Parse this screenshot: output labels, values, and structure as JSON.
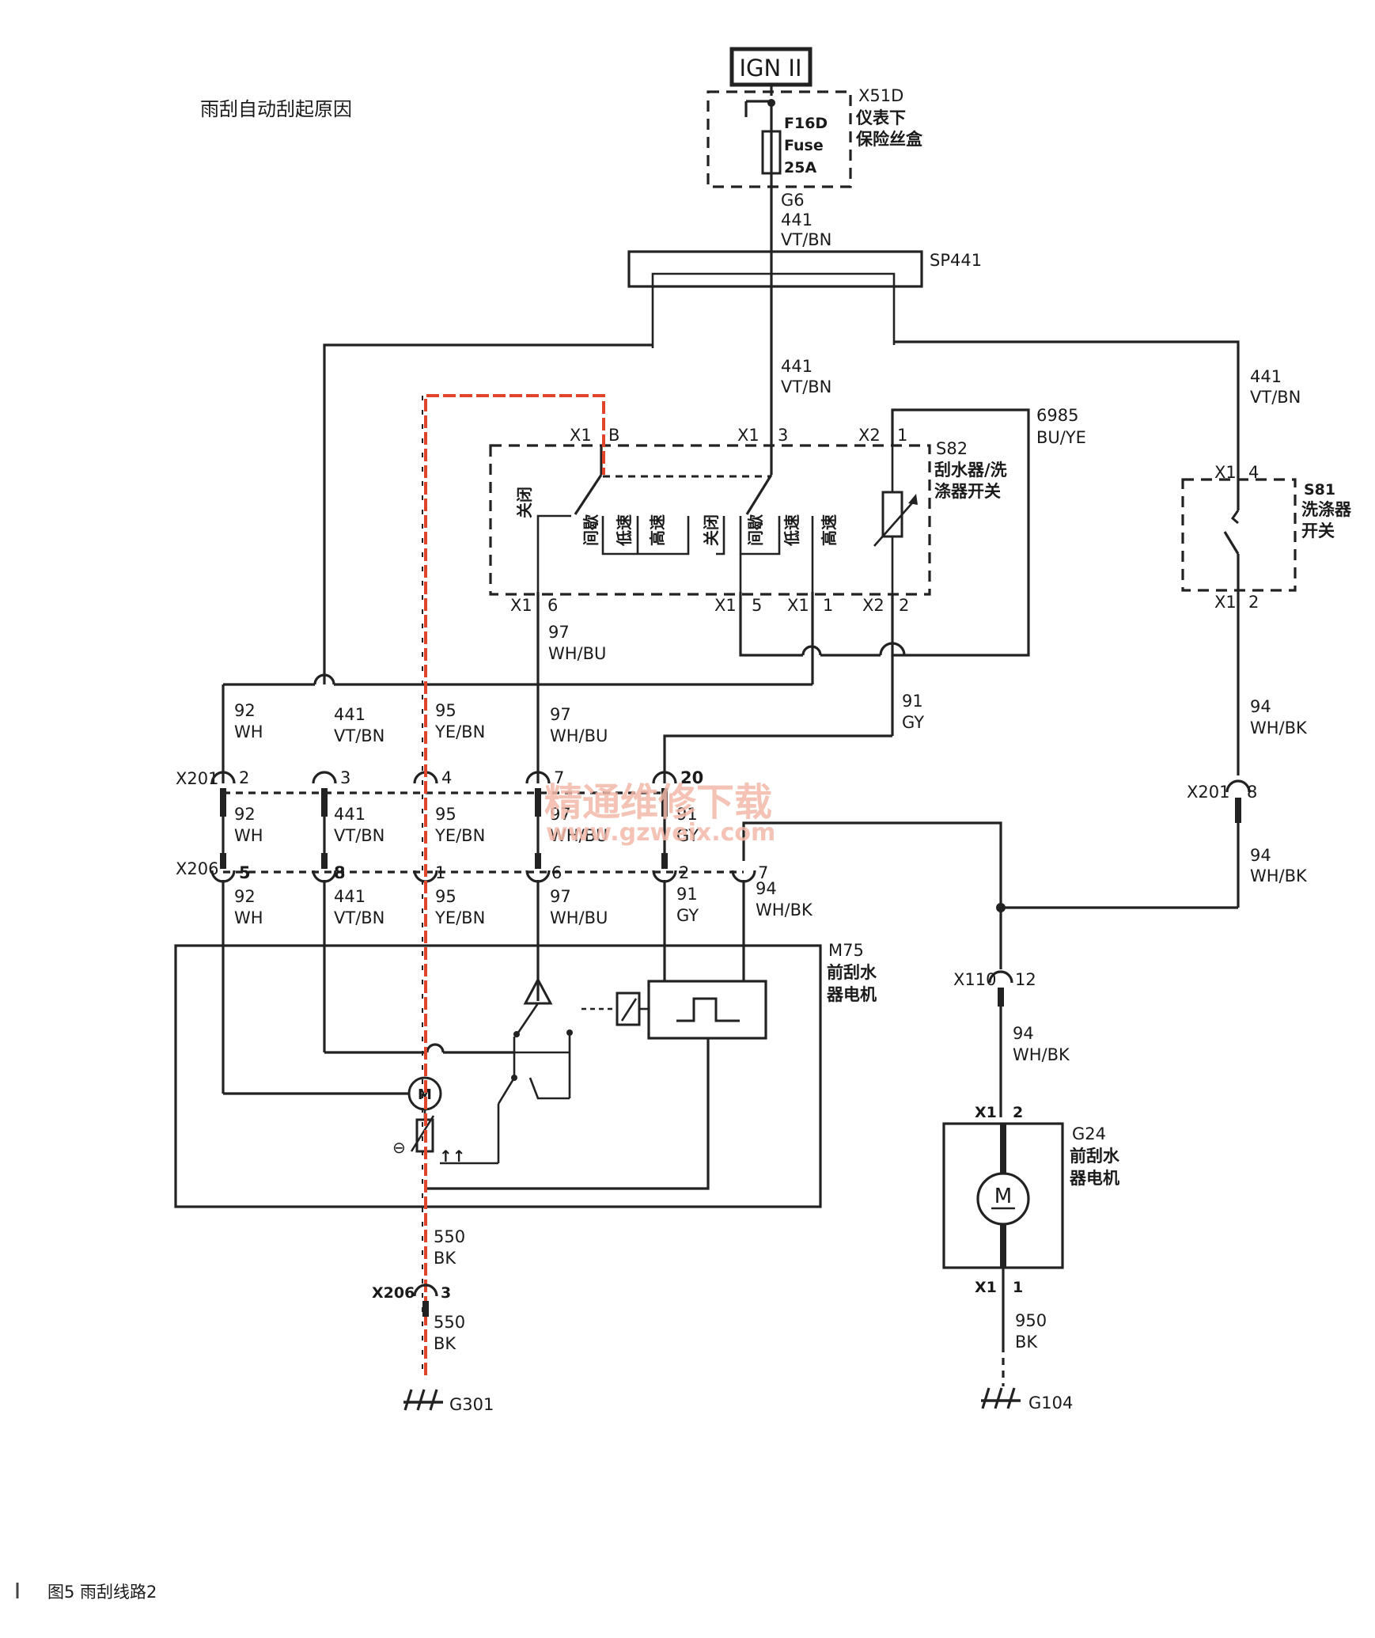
{
  "note": "雨刮自动刮起原因",
  "caption": "图5  雨刮线路2",
  "watermark": {
    "line1": "精通维修下载",
    "line2": "www.gzweix.com"
  },
  "power": {
    "ign": "IGN II",
    "fuse_box_id": "X51D",
    "fuse_box_name_1": "仪表下",
    "fuse_box_name_2": "保险丝盒",
    "fuse_id": "F16D",
    "fuse_word": "Fuse",
    "fuse_rating": "25A",
    "out_pin": "G6"
  },
  "splice": "SP441",
  "switch_s82": {
    "id": "S82",
    "name_1": "刮水器/洗",
    "name_2": "涤器开关",
    "c_x1": "X1",
    "c_x2": "X2",
    "pins": {
      "b": "B",
      "p3": "3",
      "p1": "1",
      "p6": "6",
      "p5": "5",
      "p1b": "1",
      "p2": "2"
    },
    "positions_a": [
      "关闭",
      "间歇",
      "低速",
      "高速"
    ],
    "positions_b": [
      "关闭",
      "间歇",
      "低速",
      "高速"
    ]
  },
  "switch_s81": {
    "id": "S81",
    "name_1": "洗涤器",
    "name_2": "开关",
    "c": "X1",
    "pin_top": "4",
    "pin_bottom": "2"
  },
  "motor_m75": {
    "id": "M75",
    "name_1": "前刮水",
    "name_2": "器电机",
    "m": "M"
  },
  "motor_g24": {
    "id": "G24",
    "name_1": "前刮水",
    "name_2": "器电机",
    "m": "M",
    "c": "X1",
    "pin_top": "2",
    "pin_bottom": "1"
  },
  "connectors": {
    "x201": "X201",
    "x206": "X206",
    "x110": "X110",
    "x110_pin": "12",
    "x201_pin8": "8",
    "x206_pin3": "3"
  },
  "x201_pins": [
    "2",
    "3",
    "4",
    "7",
    "20"
  ],
  "x206_pins": [
    "5",
    "8",
    "1",
    "6",
    "2",
    "7"
  ],
  "wires": {
    "w441": {
      "num": "441",
      "color": "VT/BN"
    },
    "w6985": {
      "num": "6985",
      "color": "BU/YE"
    },
    "w97": {
      "num": "97",
      "color": "WH/BU"
    },
    "w92": {
      "num": "92",
      "color": "WH"
    },
    "w95": {
      "num": "95",
      "color": "YE/BN"
    },
    "w91": {
      "num": "91",
      "color": "GY"
    },
    "w94": {
      "num": "94",
      "color": "WH/BK"
    },
    "w550": {
      "num": "550",
      "color": "BK"
    },
    "w950": {
      "num": "950",
      "color": "BK"
    }
  },
  "grounds": {
    "g301": "G301",
    "g104": "G104"
  },
  "colors": {
    "wire": "#222222",
    "highlight": "#e0452c",
    "watermark": "#f3b9a9"
  }
}
